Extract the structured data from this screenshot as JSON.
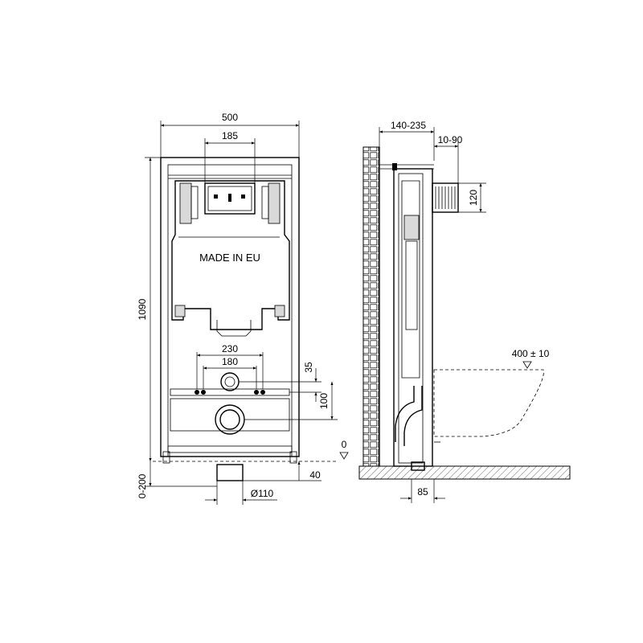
{
  "front": {
    "label_made_in": "MADE IN EU",
    "dim_width": "500",
    "dim_button_plate": "185",
    "dim_height": "1090",
    "dim_foot_adjust": "0-200",
    "dim_bolt_outer": "230",
    "dim_bolt_inner": "180",
    "dim_inlet_offset": "35",
    "dim_outlet_offset": "100",
    "dim_zero": "0",
    "dim_drain_offset": "40",
    "dim_drain_dia": "Ø110"
  },
  "side": {
    "dim_depth_range": "140-235",
    "dim_adjust_range": "10-90",
    "dim_flush_box": "120",
    "dim_bowl_height": "400 ± 10",
    "dim_drain_depth": "85"
  }
}
